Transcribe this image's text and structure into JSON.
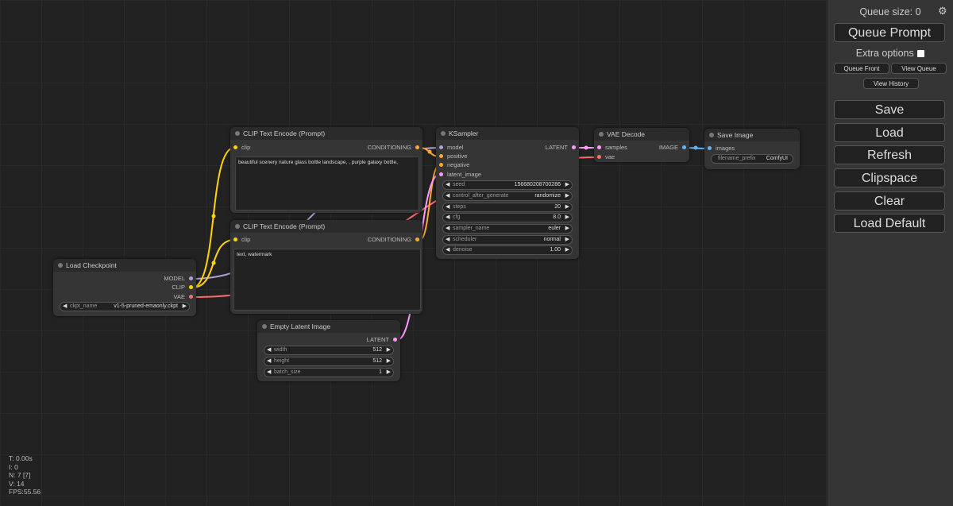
{
  "colors": {
    "clip": "#FFD500",
    "model": "#B39DDB",
    "vae": "#FF6E6E",
    "conditioning": "#FFA931",
    "latent": "#FF9CF9",
    "image": "#64B5F6"
  },
  "nodes": {
    "load_checkpoint": {
      "title": "Load Checkpoint",
      "outputs": [
        "MODEL",
        "CLIP",
        "VAE"
      ],
      "ckpt_name_label": "ckpt_name",
      "ckpt_name_value": "v1-5-pruned-emaonly.ckpt"
    },
    "clip_pos": {
      "title": "CLIP Text Encode (Prompt)",
      "input": "clip",
      "output": "CONDITIONING",
      "text": "beautiful scenery nature glass bottle landscape, , purple galaxy bottle,"
    },
    "clip_neg": {
      "title": "CLIP Text Encode (Prompt)",
      "input": "clip",
      "output": "CONDITIONING",
      "text": "text, watermark"
    },
    "ksampler": {
      "title": "KSampler",
      "inputs": [
        "model",
        "positive",
        "negative",
        "latent_image"
      ],
      "output": "LATENT",
      "widgets": [
        {
          "name": "seed",
          "value": "156680208700286"
        },
        {
          "name": "control_after_generate",
          "value": "randomize"
        },
        {
          "name": "steps",
          "value": "20"
        },
        {
          "name": "cfg",
          "value": "8.0"
        },
        {
          "name": "sampler_name",
          "value": "euler"
        },
        {
          "name": "scheduler",
          "value": "normal"
        },
        {
          "name": "denoise",
          "value": "1.00"
        }
      ]
    },
    "vae_decode": {
      "title": "VAE Decode",
      "inputs": [
        "samples",
        "vae"
      ],
      "output": "IMAGE"
    },
    "save_image": {
      "title": "Save Image",
      "input": "images",
      "filename_prefix_label": "filename_prefix",
      "filename_prefix_value": "ComfyUI"
    },
    "empty_latent": {
      "title": "Empty Latent Image",
      "output": "LATENT",
      "widgets": [
        {
          "name": "width",
          "value": "512"
        },
        {
          "name": "height",
          "value": "512"
        },
        {
          "name": "batch_size",
          "value": "1"
        }
      ]
    }
  },
  "stats": {
    "t": "T: 0.00s",
    "i": "I: 0",
    "n": "N: 7 [7]",
    "v": "V: 14",
    "fps": "FPS:55.56"
  },
  "menu": {
    "queue_size": "Queue size: 0",
    "queue_prompt": "Queue Prompt",
    "extra_options": "Extra options",
    "queue_front": "Queue Front",
    "view_queue": "View Queue",
    "view_history": "View History",
    "save": "Save",
    "load": "Load",
    "refresh": "Refresh",
    "clipspace": "Clipspace",
    "clear": "Clear",
    "load_default": "Load Default",
    "settings_icon": "gear-icon"
  }
}
